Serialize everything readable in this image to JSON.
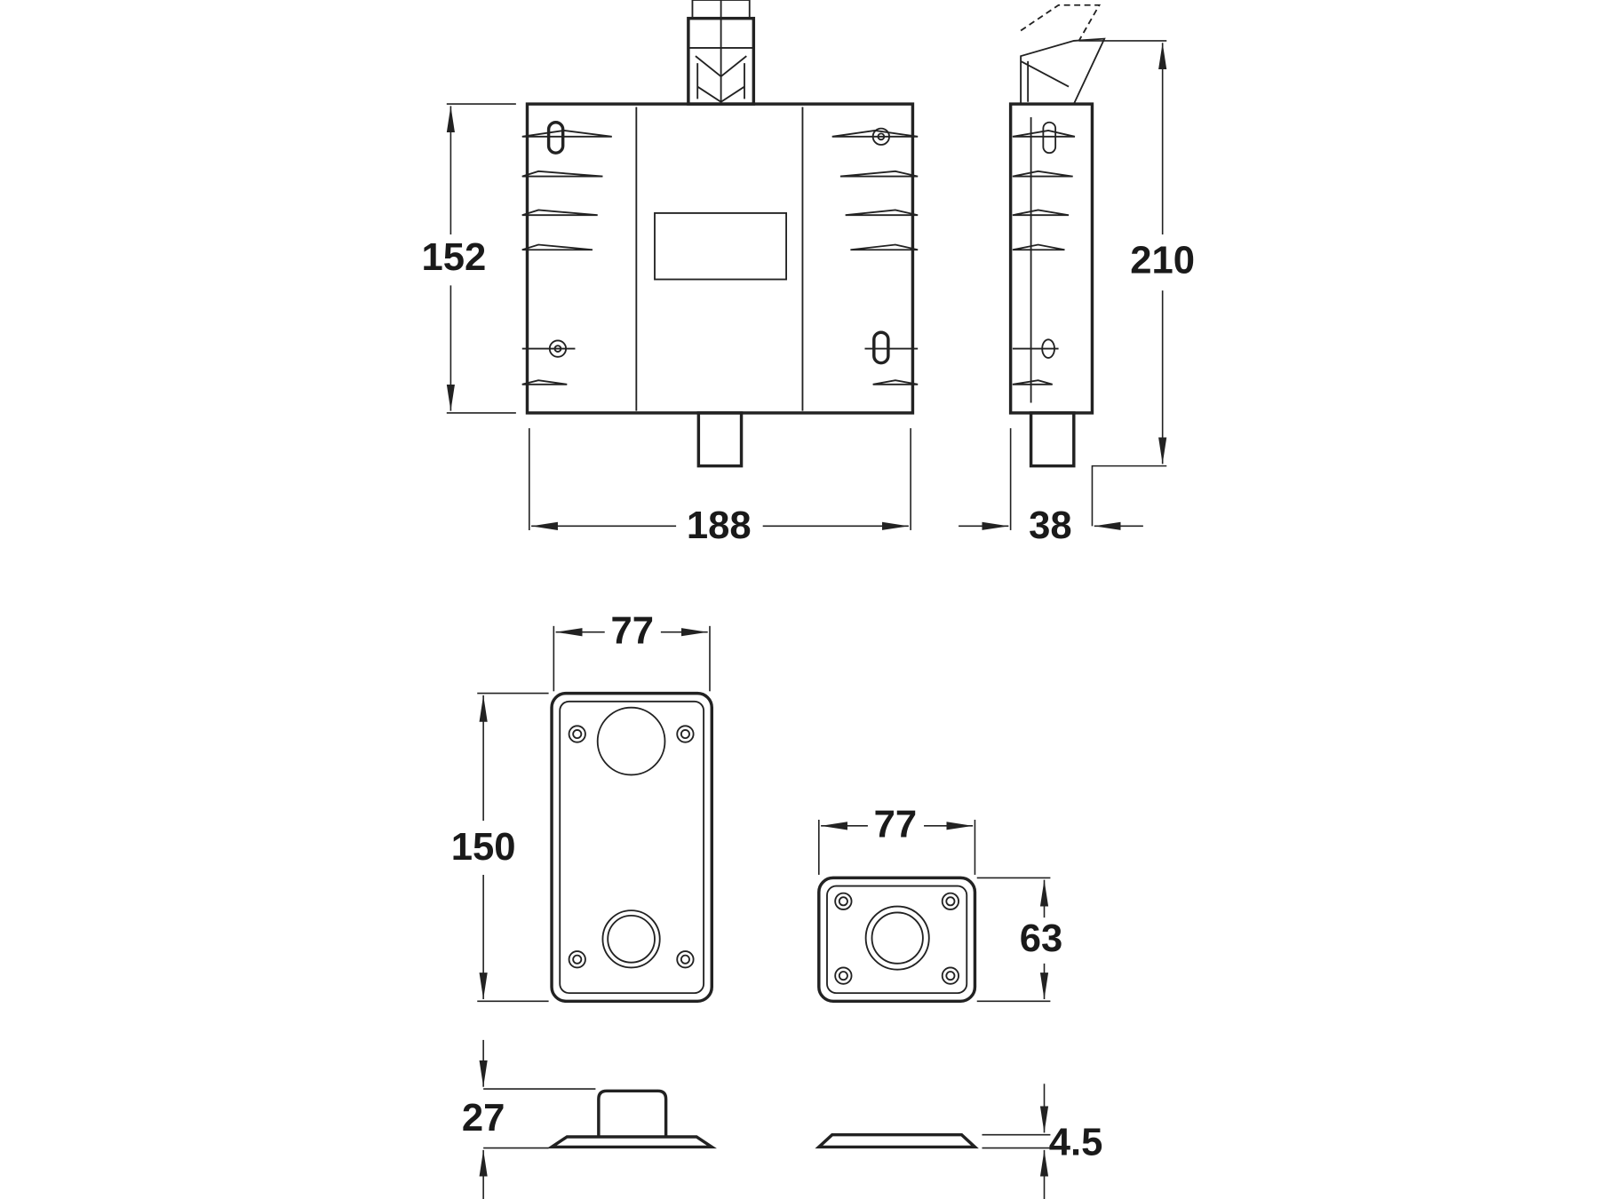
{
  "drawing": {
    "colors": {
      "line": "#222222",
      "background": "#ffffff"
    },
    "front_view": {
      "height_label": "152",
      "width_label": "188"
    },
    "side_view": {
      "height_label": "210",
      "depth_label": "38"
    },
    "large_plate": {
      "width_label": "77",
      "height_label": "150",
      "profile_height_label": "27"
    },
    "small_plate": {
      "width_label": "77",
      "height_label": "63",
      "profile_thickness_label": "4.5"
    }
  }
}
